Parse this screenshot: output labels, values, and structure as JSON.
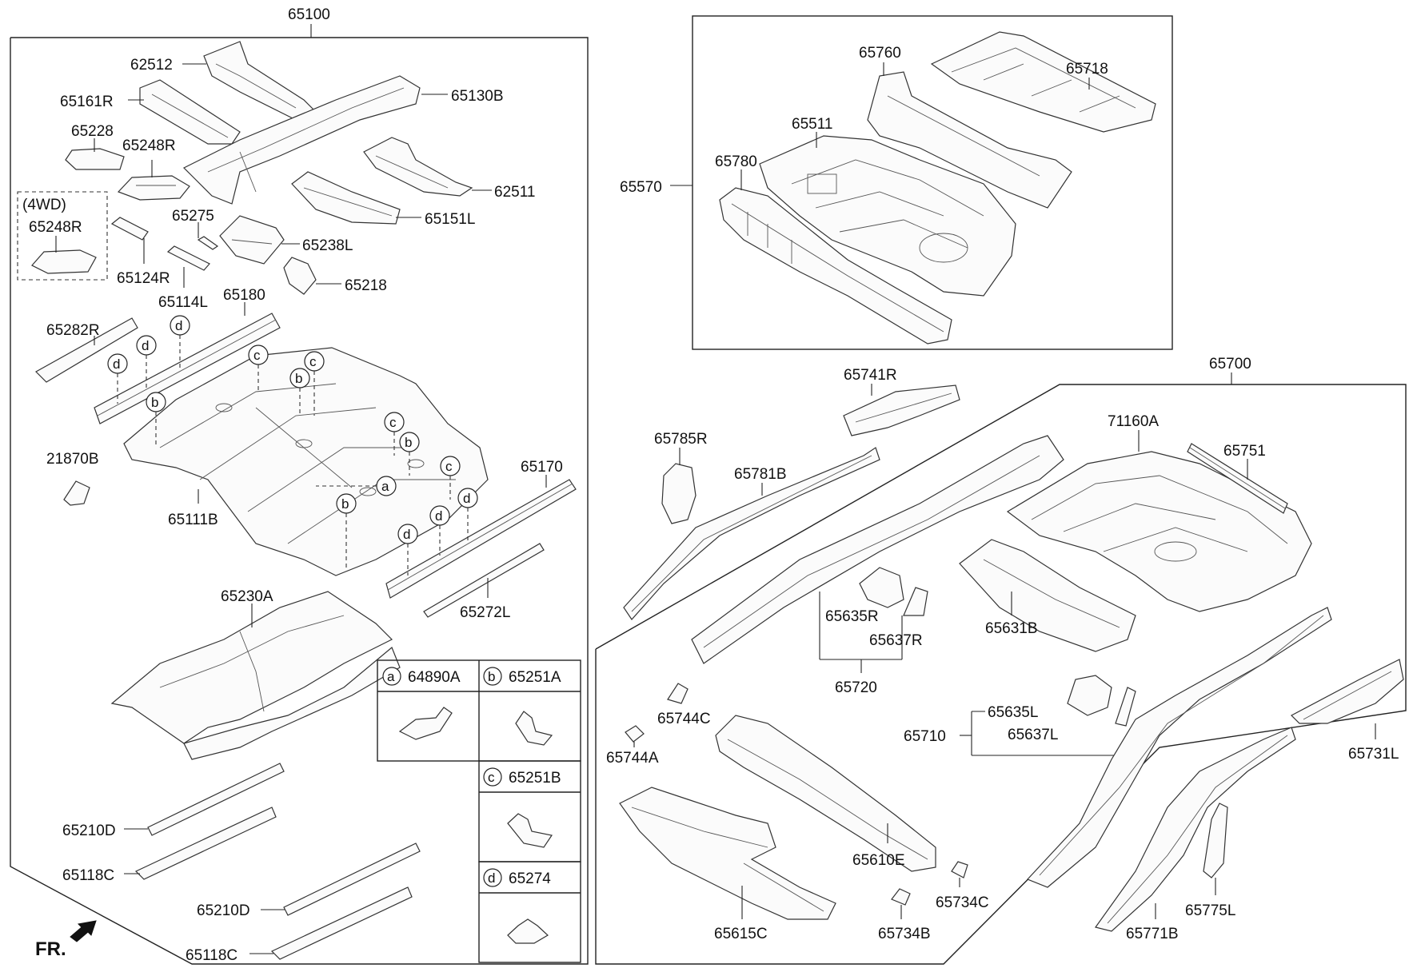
{
  "groups": {
    "front_floor": "65100",
    "rear_floor_box": "65570",
    "rear_floor_group": "65700",
    "side_member_rh": "65720",
    "side_member_lh": "65710"
  },
  "labels": {
    "p62512": "62512",
    "p65161R": "65161R",
    "p65130B": "65130B",
    "p65228": "65228",
    "p65248R": "65248R",
    "p62511": "62511",
    "p4wd": "(4WD)",
    "p65248R_4wd": "65248R",
    "p65275": "65275",
    "p65151L": "65151L",
    "p65238L": "65238L",
    "p65124R": "65124R",
    "p65218": "65218",
    "p65114L": "65114L",
    "p65180": "65180",
    "p65282R": "65282R",
    "p21870B": "21870B",
    "p65170": "65170",
    "p65111B": "65111B",
    "p65272L": "65272L",
    "p65230A": "65230A",
    "p65210D_a": "65210D",
    "p65118C_a": "65118C",
    "p65210D_b": "65210D",
    "p65118C_b": "65118C",
    "fr": "FR.",
    "p65760": "65760",
    "p65718": "65718",
    "p65511": "65511",
    "p65780": "65780",
    "p65741R": "65741R",
    "p65785R": "65785R",
    "p65781B": "65781B",
    "p71160A": "71160A",
    "p65751": "65751",
    "p65635R": "65635R",
    "p65637R": "65637R",
    "p65631B": "65631B",
    "p65744C": "65744C",
    "p65744A": "65744A",
    "p65635L": "65635L",
    "p65637L": "65637L",
    "p65731L": "65731L",
    "p65610E": "65610E",
    "p65734C": "65734C",
    "p65615C": "65615C",
    "p65734B": "65734B",
    "p65771B": "65771B",
    "p65775L": "65775L"
  },
  "callouts": {
    "a": "a",
    "b": "b",
    "c": "c",
    "d": "d"
  },
  "legend": [
    {
      "key": "a",
      "part": "64890A"
    },
    {
      "key": "b",
      "part": "65251A"
    },
    {
      "key": "c",
      "part": "65251B"
    },
    {
      "key": "d",
      "part": "65274"
    }
  ]
}
